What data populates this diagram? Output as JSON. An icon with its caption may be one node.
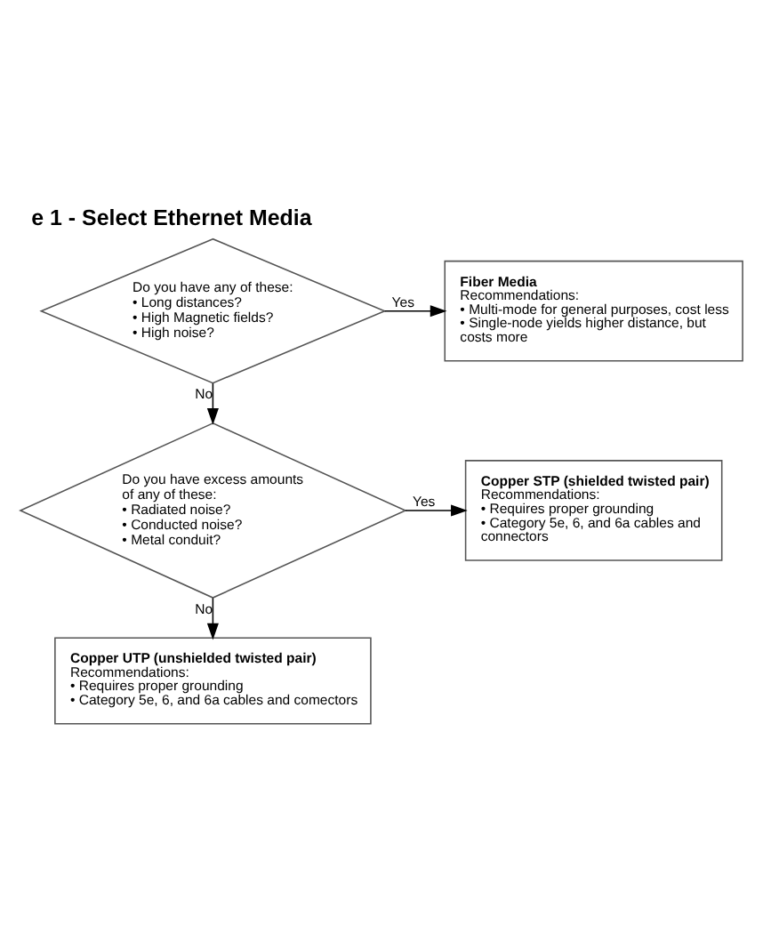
{
  "diagram": {
    "title": "e 1 - Select Ethernet Media",
    "nodes": [
      {
        "text": [
          "Do you have any of these:",
          "• Long distances?",
          "• High Magnetic fields?",
          "• High noise?"
        ]
      },
      {
        "text": [
          "Fiber Media",
          "Recommendations:",
          "• Multi-mode for general purposes, cost less",
          "• Single-node yields higher distance, but costs more"
        ]
      },
      {
        "text": [
          "Do you have excess amounts of any of these:",
          "• Radiated noise?",
          "• Conducted noise?",
          "• Metal conduit?"
        ]
      },
      {
        "text": [
          "Copper STP (shielded twisted pair)",
          "Recommendations:",
          "• Requires proper grounding",
          "• Category 5e, 6, and 6a cables and connectors"
        ]
      },
      {
        "text": [
          "Copper UTP (unshielded twisted pair)",
          "Recommendations:",
          "• Requires proper grounding",
          "• Category 5e, 6, and 6a cables and comectors"
        ]
      }
    ],
    "edges": [
      {
        "from": 0,
        "to": 1,
        "arrow": "to",
        "label": "Yes"
      },
      {
        "from": 0,
        "to": 2,
        "arrow": "to",
        "label": "No"
      },
      {
        "from": 2,
        "to": 3,
        "arrow": "to",
        "label": "Yes"
      },
      {
        "from": 2,
        "to": 4,
        "arrow": "to",
        "label": "No"
      }
    ]
  }
}
